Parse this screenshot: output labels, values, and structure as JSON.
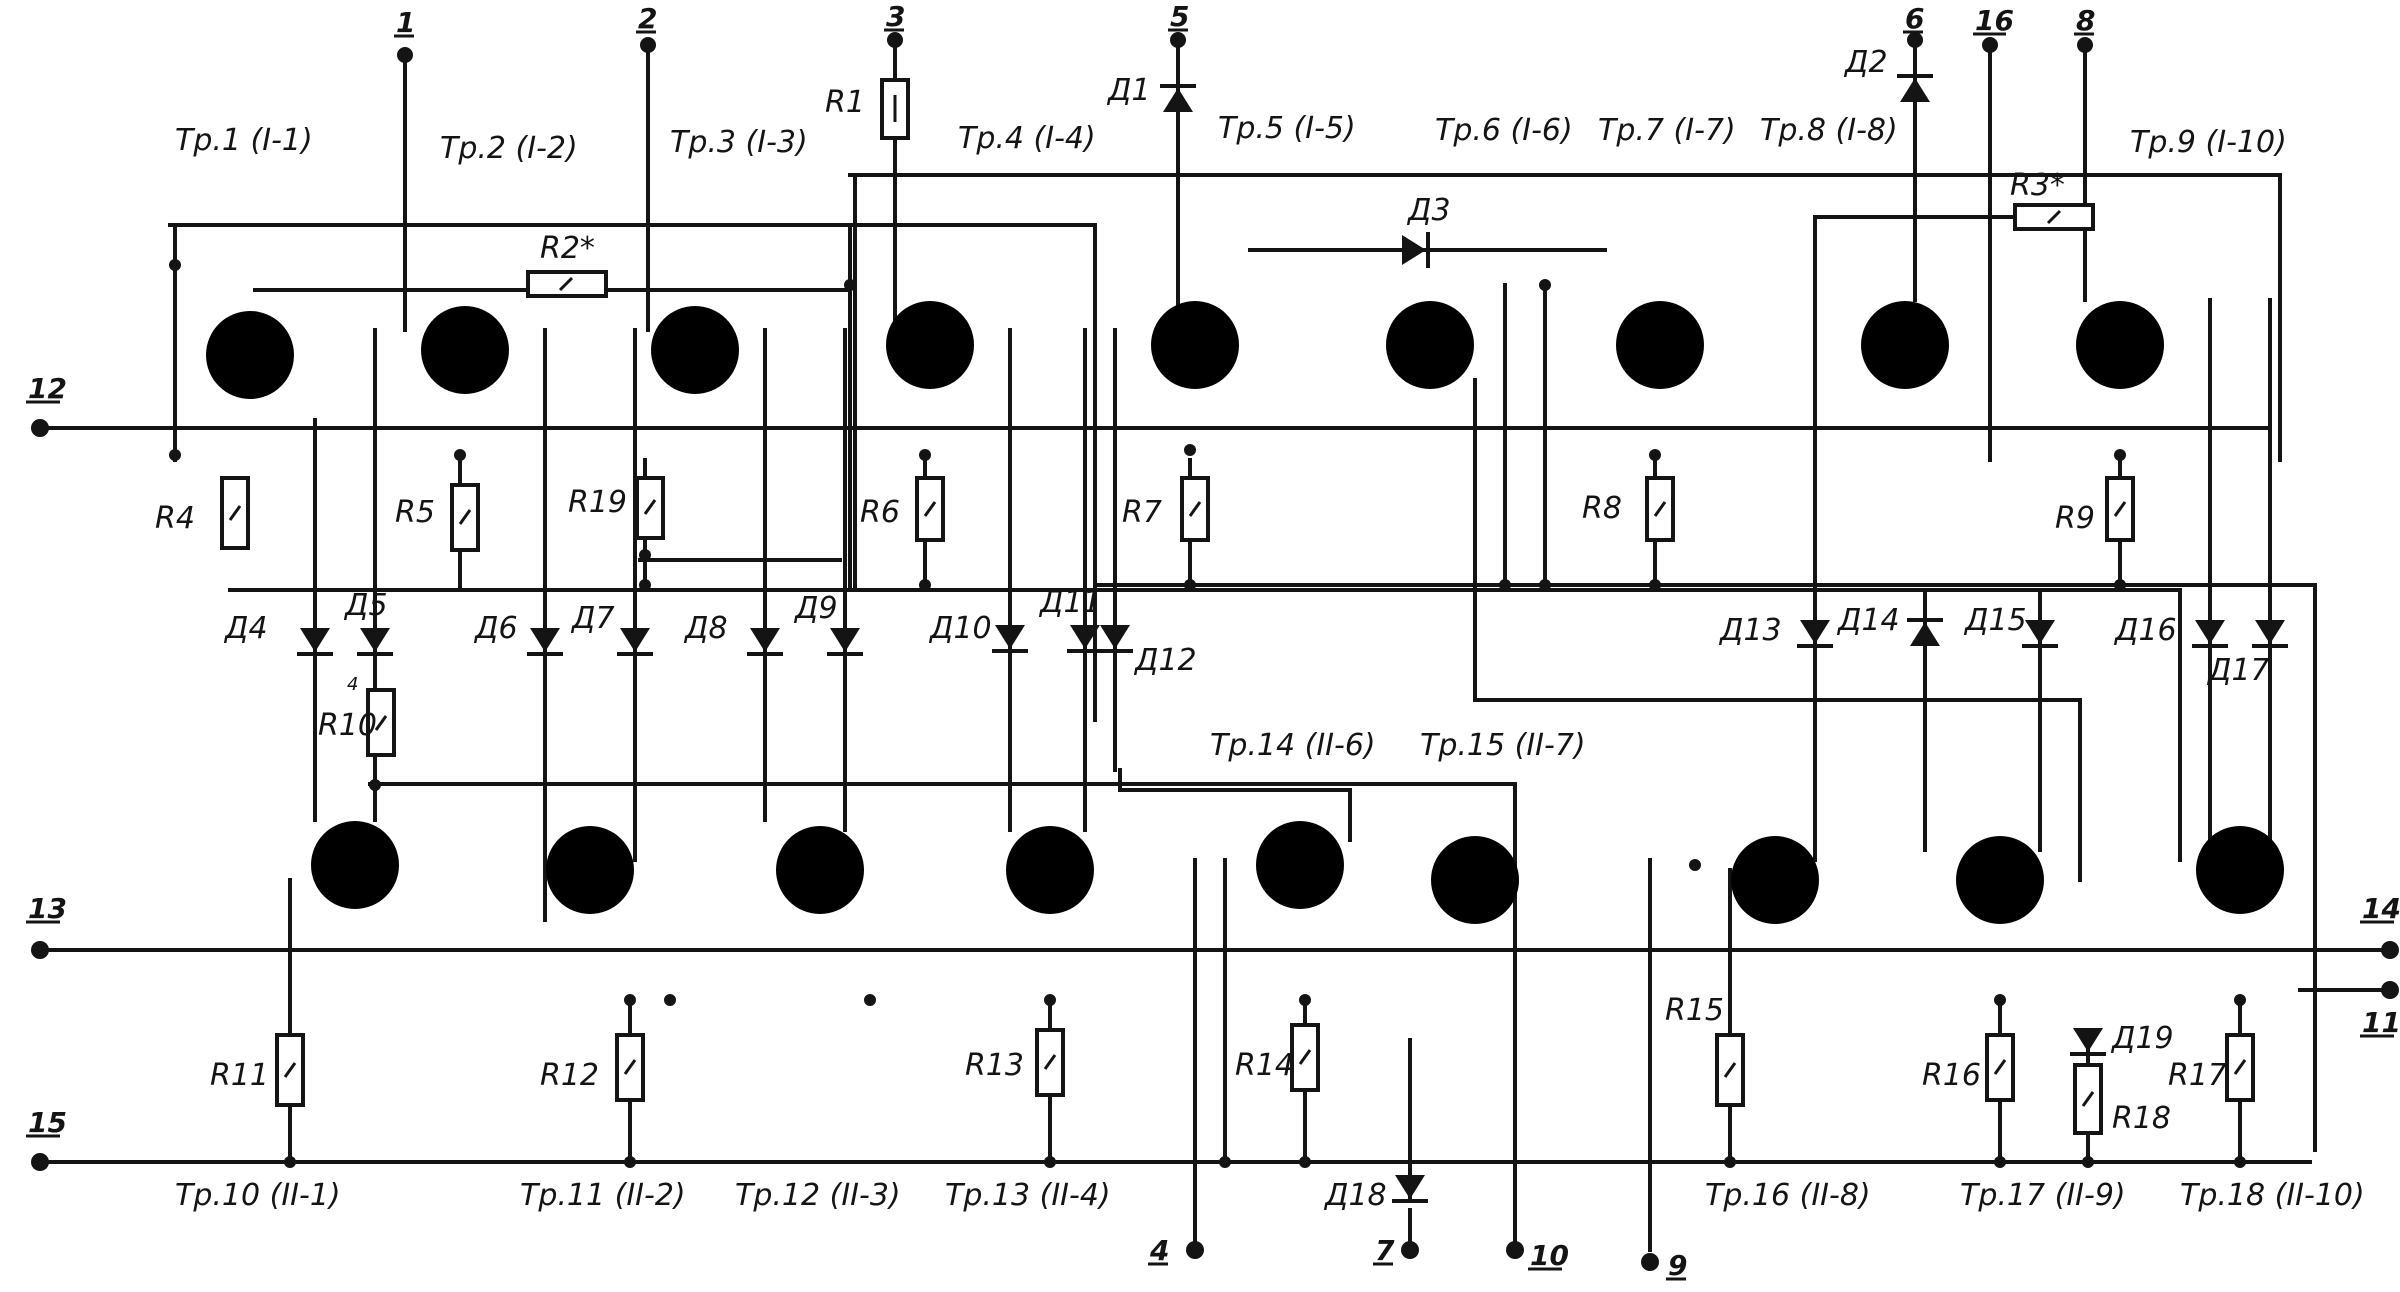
{
  "tubes_top": {
    "t1": "Тр.1 (I-1)",
    "t2": "Тр.2 (I-2)",
    "t3": "Тр.3 (I-3)",
    "t4": "Тр.4 (I-4)",
    "t5": "Тр.5 (I-5)",
    "t6": "Тр.6 (I-6)",
    "t7": "Тр.7 (I-7)",
    "t8": "Тр.8 (I-8)",
    "t9": "Тр.9 (I-10)"
  },
  "tubes_bottom": {
    "t10": "Тр.10 (II-1)",
    "t11": "Тр.11 (II-2)",
    "t12": "Тр.12 (II-3)",
    "t13": "Тр.13 (II-4)",
    "t14": "Тр.14 (II-6)",
    "t15": "Тр.15 (II-7)",
    "t16": "Тр.16 (II-8)",
    "t17": "Тр.17 (II-9)",
    "t18": "Тр.18 (II-10)"
  },
  "resistors": {
    "r1": "R1",
    "r2": "R2*",
    "r3": "R3*",
    "r4": "R4",
    "r5": "R5",
    "r6": "R6",
    "r7": "R7",
    "r8": "R8",
    "r9": "R9",
    "r10": "R10",
    "r11": "R11",
    "r12": "R12",
    "r13": "R13",
    "r14": "R14",
    "r15": "R15",
    "r16": "R16",
    "r17": "R17",
    "r18": "R18",
    "r19": "R19"
  },
  "diodes": {
    "d1": "Д1",
    "d2": "Д2",
    "d3": "Д3",
    "d4": "Д4",
    "d5": "Д5",
    "d6": "Д6",
    "d7": "Д7",
    "d8": "Д8",
    "d9": "Д9",
    "d10": "Д10",
    "d11": "Д11",
    "d12": "Д12",
    "d13": "Д13",
    "d14": "Д14",
    "d15": "Д15",
    "d16": "Д16",
    "d17": "Д17",
    "d18": "Д18",
    "d19": "Д19"
  },
  "pins": {
    "p1": "1",
    "p2": "2",
    "p3": "3",
    "p4": "4",
    "p5": "5",
    "p6": "6",
    "p7": "7",
    "p8": "8",
    "p9": "9",
    "p10": "10",
    "p11": "11",
    "p12": "12",
    "p13": "13",
    "p14": "14",
    "p15": "15",
    "p16": "16"
  },
  "misc": {
    "note_r10": "4"
  }
}
